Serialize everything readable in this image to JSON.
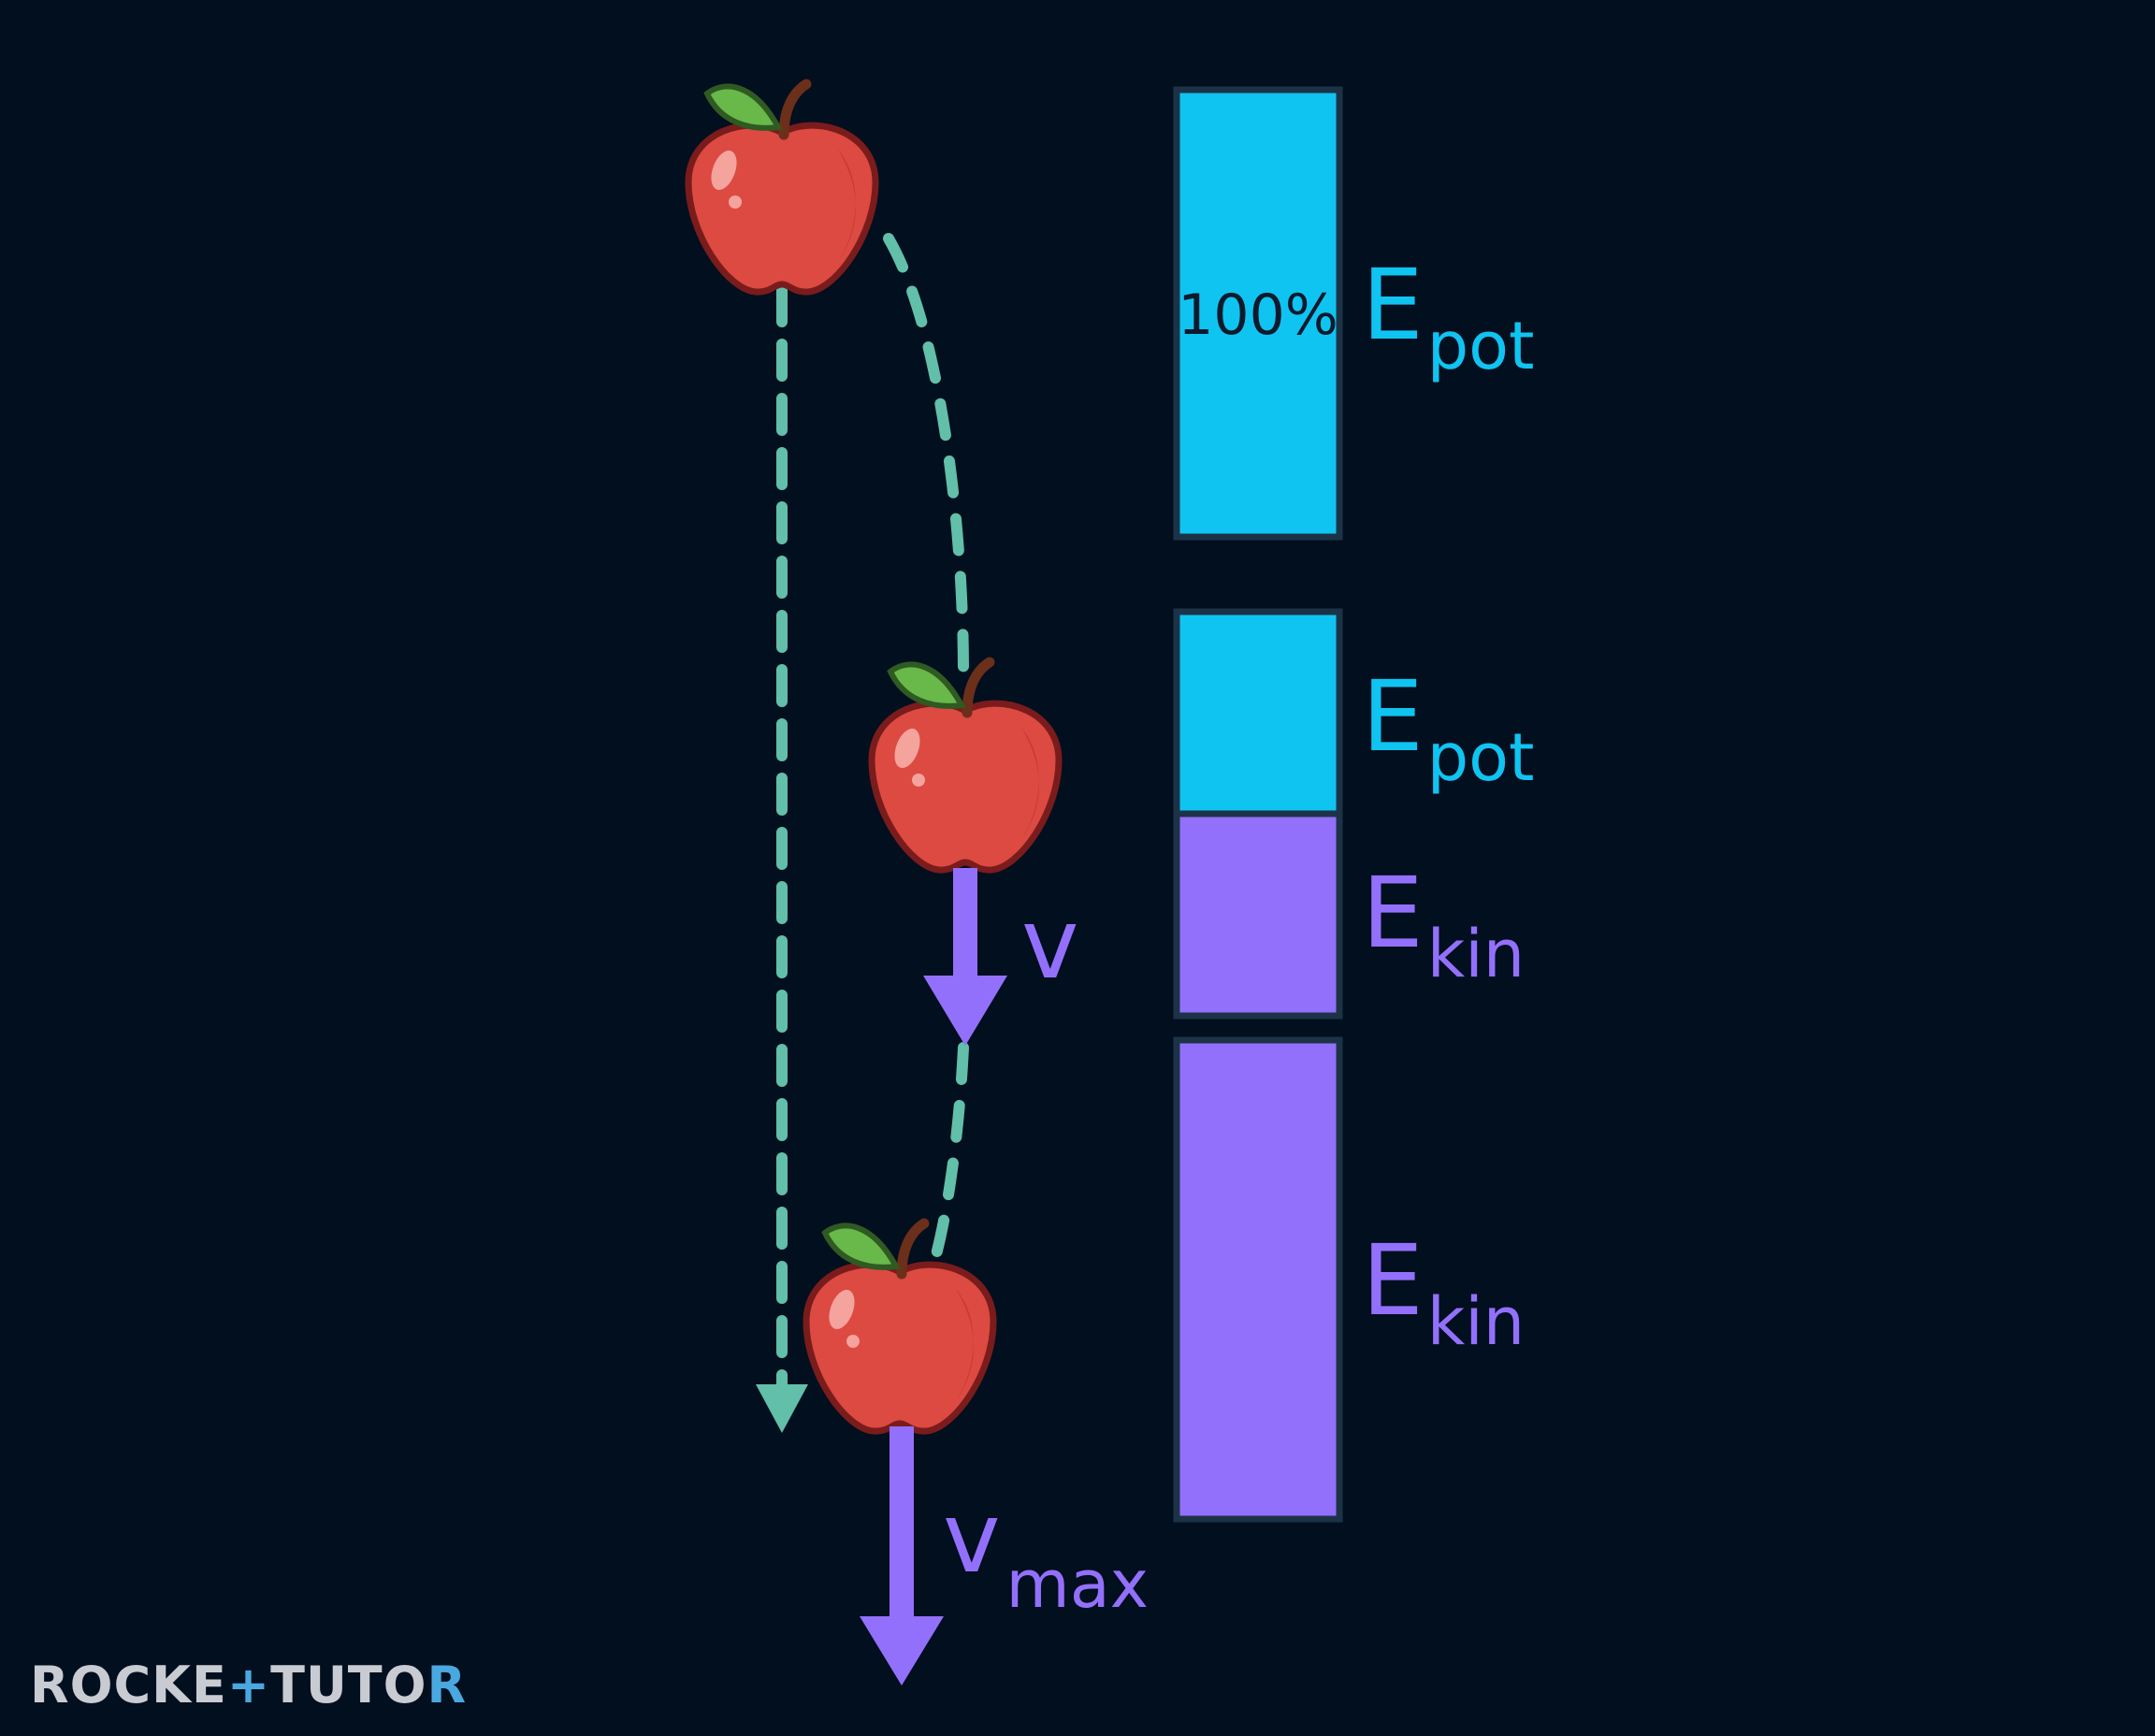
{
  "colors": {
    "background": "#020f1f",
    "potential": "#10c4f2",
    "kinetic": "#9370fb",
    "path": "#62bfa9",
    "bar_border": "#1c3347",
    "apple": "#dc4a42",
    "logo_gray": "#c8ccd2",
    "logo_accent": "#4aa8e0"
  },
  "bars": [
    {
      "segments": [
        {
          "kind": "potential",
          "fraction": 1.0,
          "label": "100%"
        }
      ]
    },
    {
      "segments": [
        {
          "kind": "potential",
          "fraction": 0.5
        },
        {
          "kind": "kinetic",
          "fraction": 0.5
        }
      ]
    },
    {
      "segments": [
        {
          "kind": "kinetic",
          "fraction": 1.0
        }
      ]
    }
  ],
  "labels": {
    "epot_main": "E",
    "epot_sub": "pot",
    "ekin_main": "E",
    "ekin_sub": "kin",
    "v": "v",
    "vmax_main": "v",
    "vmax_sub": "max"
  },
  "logo": {
    "part1": "ROCKE",
    "plus": "+",
    "part2": "TUTO",
    "part3": "R"
  }
}
